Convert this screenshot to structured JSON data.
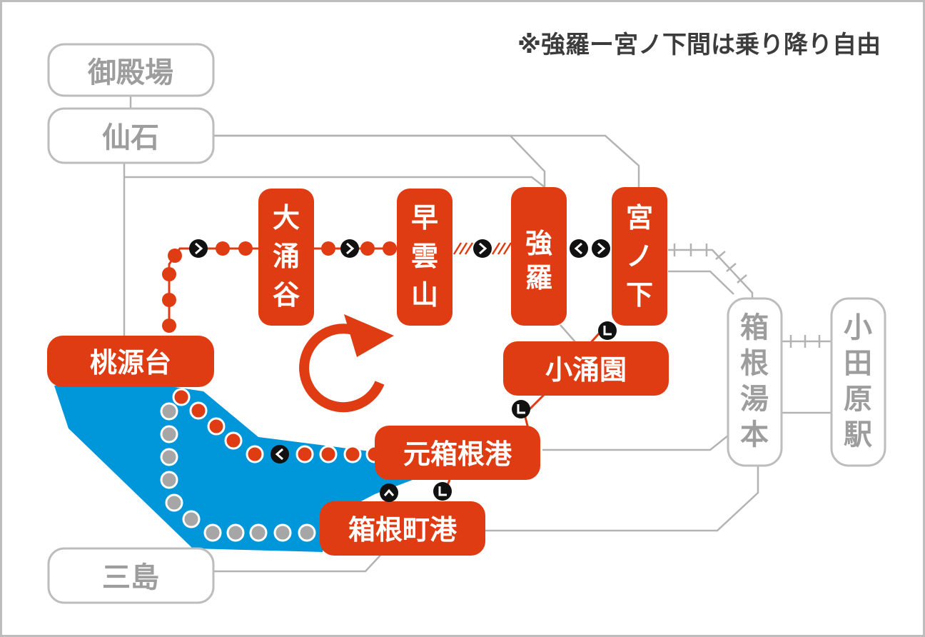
{
  "note": "※強羅ー宮ノ下間は乗り降り自由",
  "colors": {
    "accent": "#e03c13",
    "lake": "#0096da",
    "gray_line": "#b3b3b3",
    "gray_text": "#9d9d9d",
    "border": "#bdbdbd",
    "dot_gray": "#a6a6a6",
    "text": "#3c3c3c",
    "badge": "#111111"
  },
  "stations": {
    "gotemba": "御殿場",
    "sengoku": "仙石",
    "mishima": "三島",
    "hakone_yumoto": "箱根湯本",
    "odawara": "小田原駅"
  },
  "route_stops": {
    "togendai": "桃源台",
    "owakudani": "大涌谷",
    "sounzan": "早雲山",
    "gora": "強羅",
    "miyanoshita": "宮ノ下",
    "kowakien": "小涌園",
    "motohakone": "元箱根港",
    "hakonemachi": "箱根町港"
  },
  "icons": {
    "direction": "clockwise-loop-arrow-icon",
    "forward": "chevron-right-icon",
    "back": "chevron-left-icon",
    "turn": "corner-arrow-icon"
  }
}
